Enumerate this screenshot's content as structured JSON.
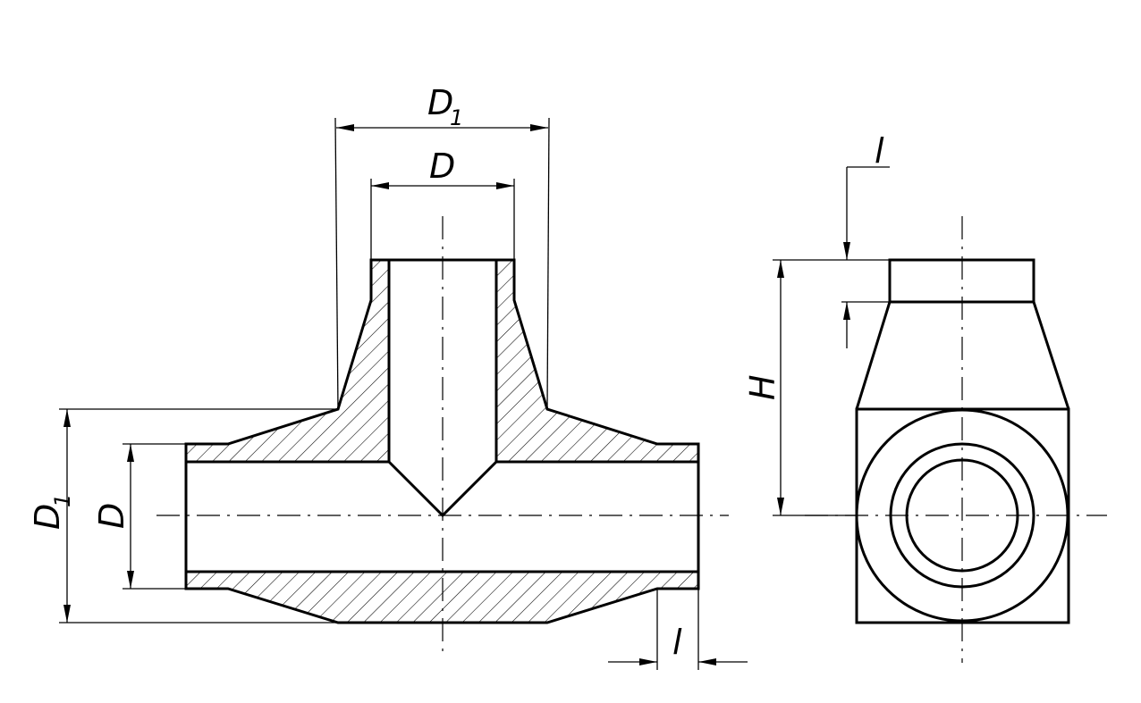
{
  "labels": {
    "d1_top": "D",
    "d1_top_sub": "1",
    "d_top": "D",
    "d1_left": "D",
    "d1_left_sub": "1",
    "d_left": "D",
    "l_bottom": "l",
    "l_right": "l",
    "h_right": "H"
  }
}
